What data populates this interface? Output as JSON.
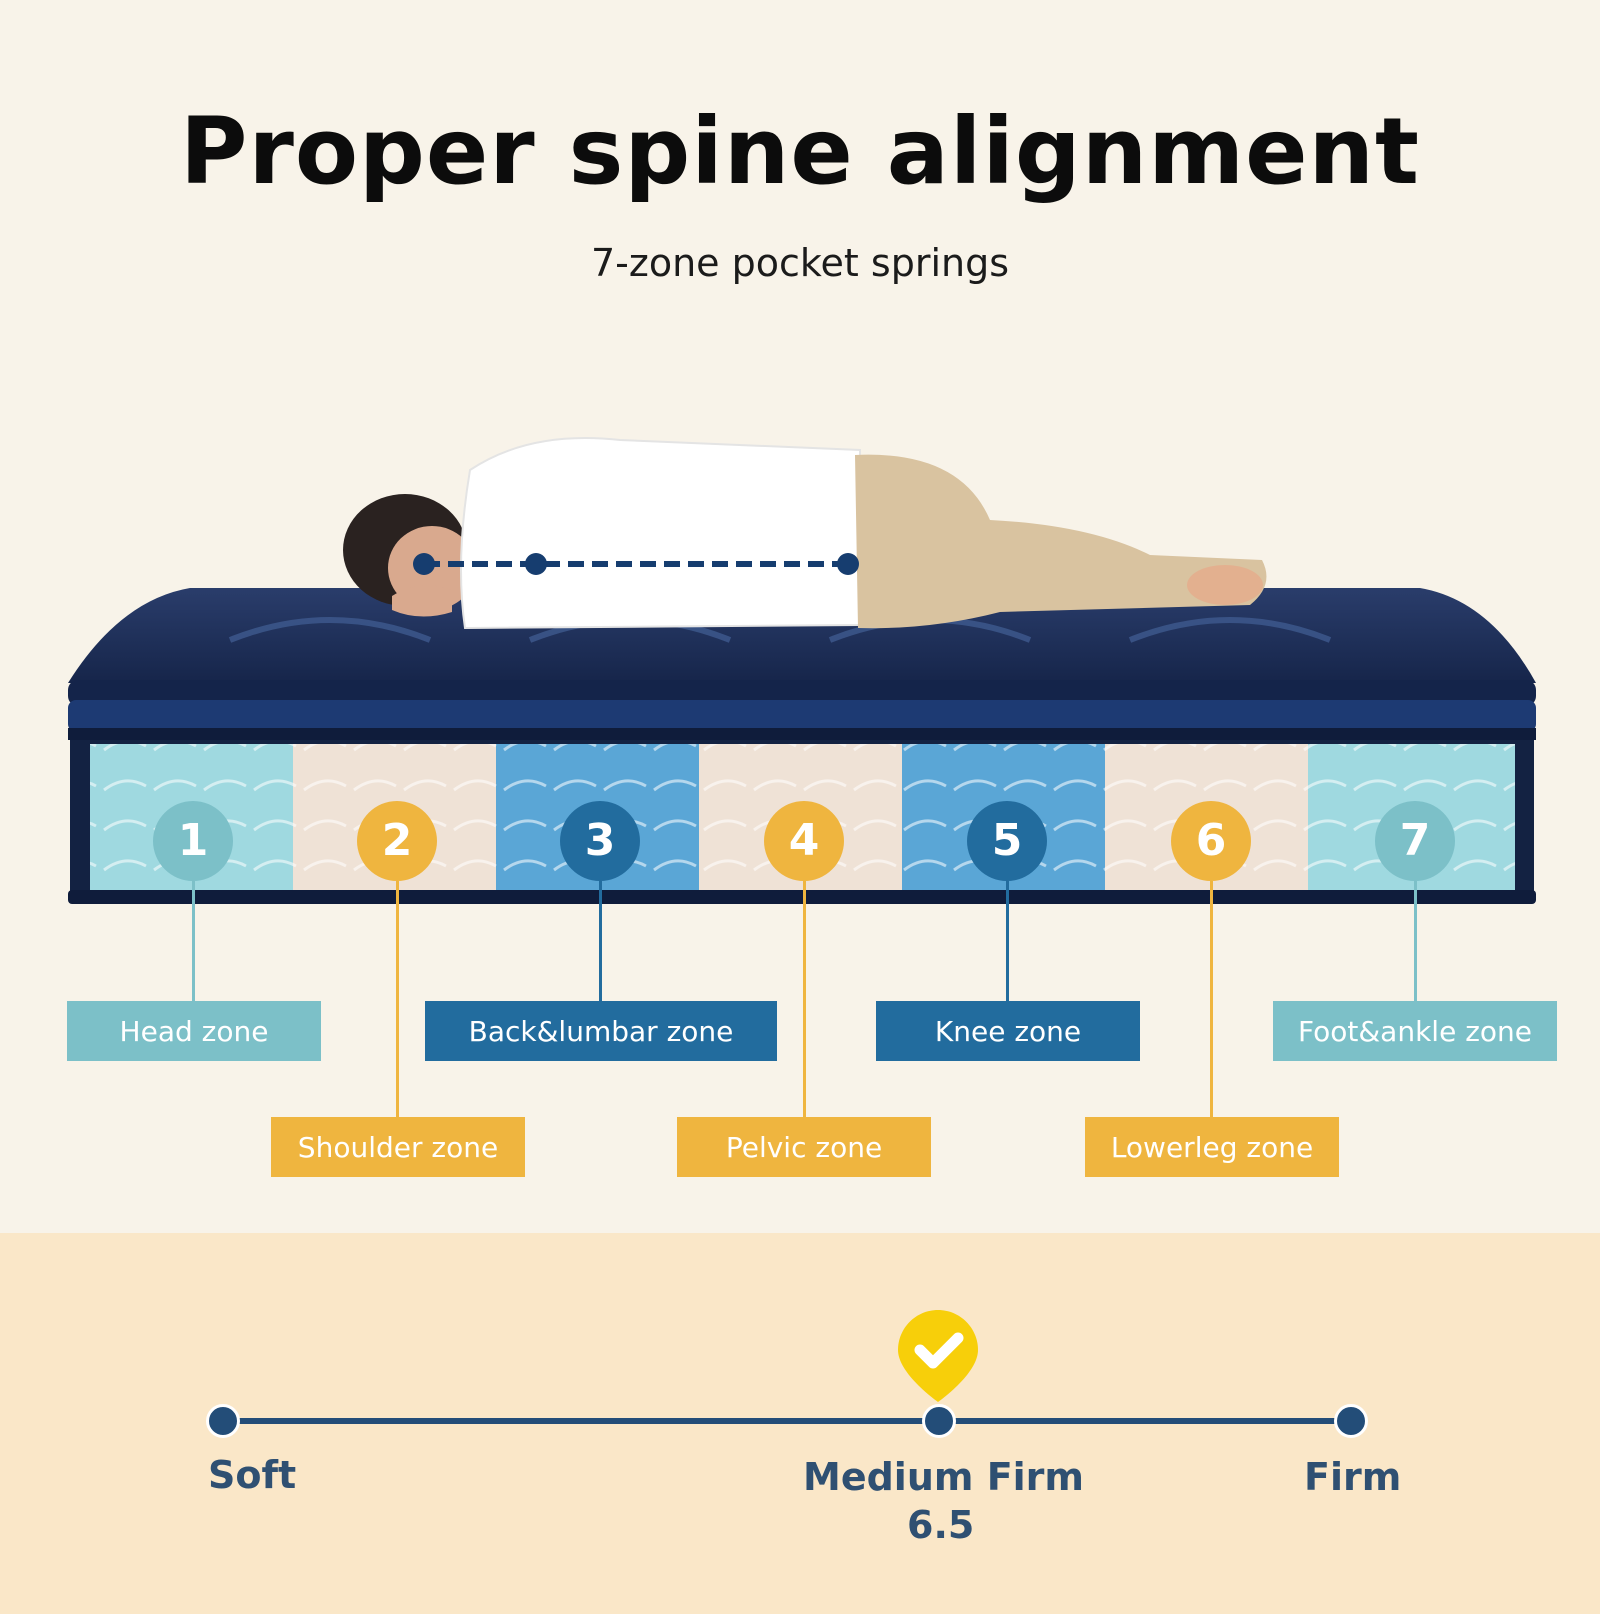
{
  "header": {
    "title": "Proper spine alignment",
    "subtitle": "7-zone pocket springs"
  },
  "zones": [
    {
      "number": "1",
      "label": "Head zone",
      "color": "#7cc0c8"
    },
    {
      "number": "2",
      "label": "Shoulder zone",
      "color": "#efb53f"
    },
    {
      "number": "3",
      "label": "Back&lumbar zone",
      "color": "#226c9e"
    },
    {
      "number": "4",
      "label": "Pelvic zone",
      "color": "#efb53f"
    },
    {
      "number": "5",
      "label": "Knee zone",
      "color": "#226c9e"
    },
    {
      "number": "6",
      "label": "Lowerleg zone",
      "color": "#efb53f"
    },
    {
      "number": "7",
      "label": "Foot&ankle zone",
      "color": "#7cc0c8"
    }
  ],
  "firmness": {
    "levels": [
      "Soft",
      "Medium Firm",
      "Firm"
    ],
    "selected_label": "Medium Firm",
    "selected_value": "6.5",
    "check_icon": "check-icon",
    "pin_color": "#f7cf0a",
    "line_color": "#234d78"
  }
}
